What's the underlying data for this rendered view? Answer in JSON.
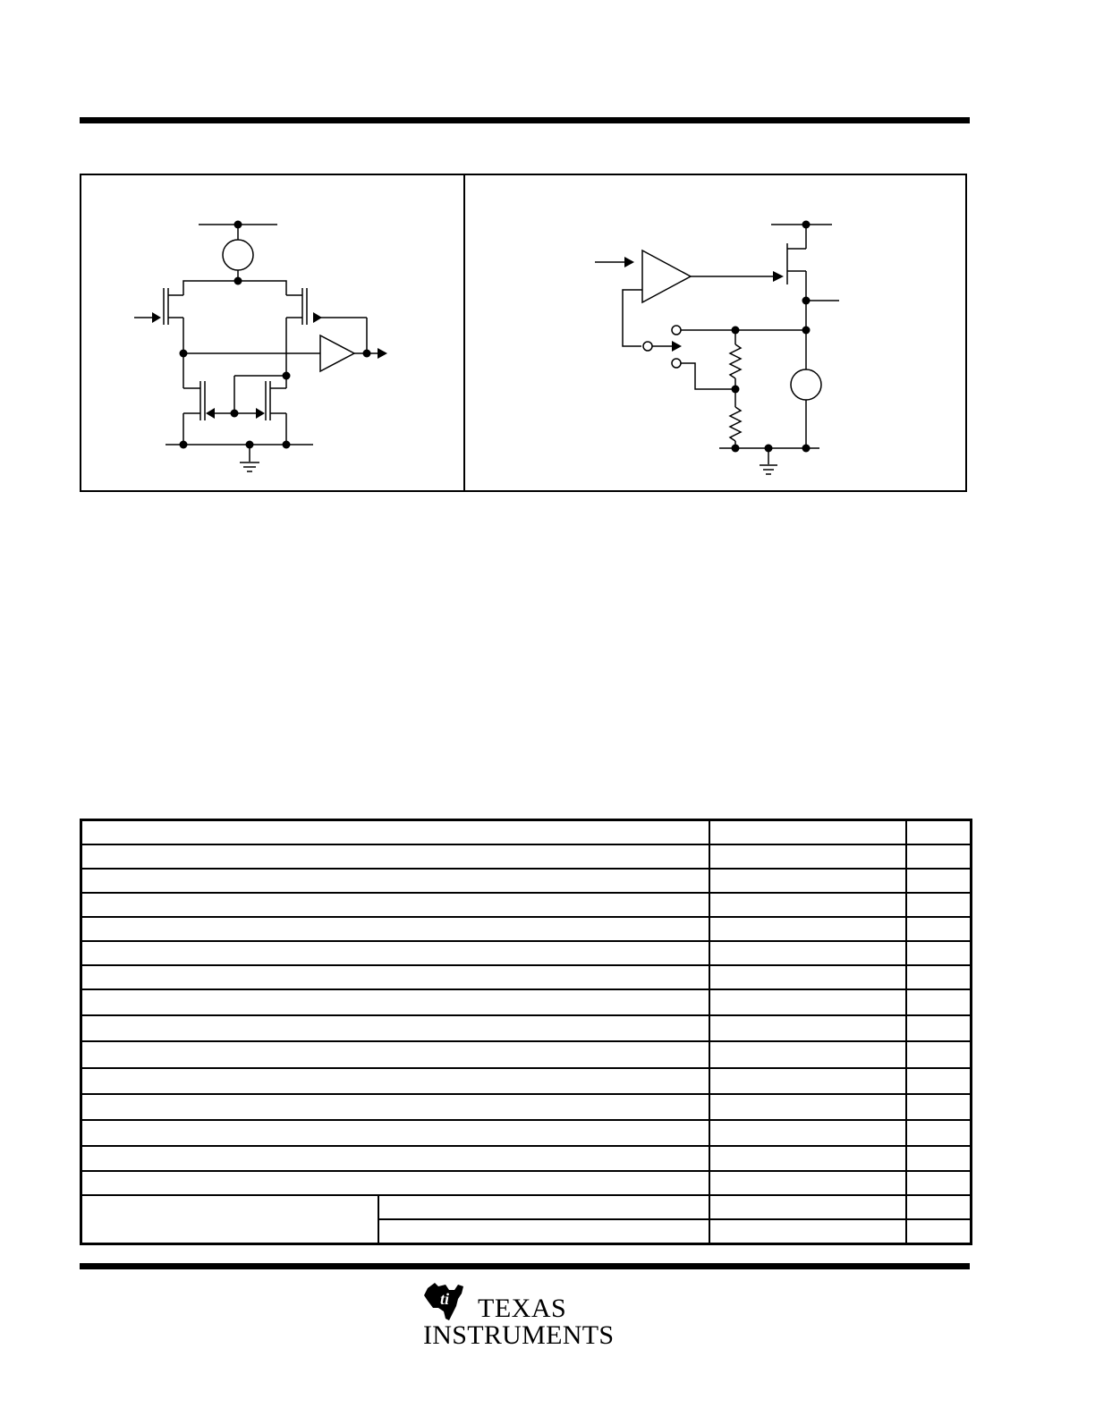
{
  "brand": {
    "logo_name": "Texas Instruments",
    "line1": "TEXAS",
    "line2": "INSTRUMENTS",
    "color": "#000000"
  },
  "figures": [
    {
      "name": "equivalent-input-circuit-schematic"
    },
    {
      "name": "output-circuit-schematic"
    }
  ],
  "table": {
    "rows": 17,
    "columns": 4
  }
}
